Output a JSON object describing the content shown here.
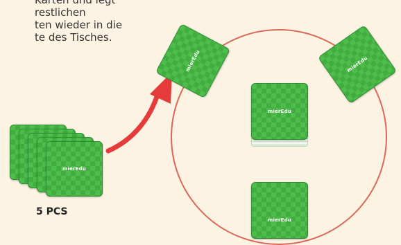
{
  "instructions": {
    "lines": [
      " Karten und legt",
      " restlichen",
      "ten wieder in die",
      "te des Tisches."
    ]
  },
  "card_logo": "mierEdu",
  "stack_label": "5 PCS",
  "colors": {
    "background": "#fdf3e3",
    "card_green": "#4ebd4b",
    "table_circle": "#d9695a",
    "arrow": "#e63b3b"
  },
  "icons": [
    "curved-arrow-icon"
  ]
}
